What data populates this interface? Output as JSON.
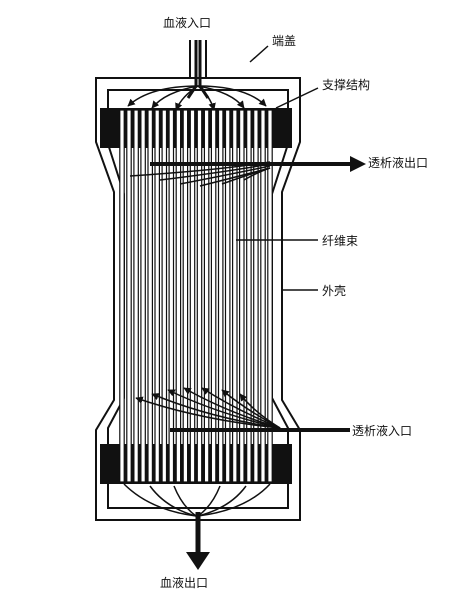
{
  "labels": {
    "blood_inlet": "血液入口",
    "end_cap": "端盖",
    "support_structure": "支撑结构",
    "dialysate_outlet": "透析液出口",
    "fiber_bundle": "纤维束",
    "outer_shell": "外壳",
    "dialysate_inlet": "透析液入口",
    "blood_outlet": "血液出口"
  },
  "colors": {
    "ink": "#111111",
    "background": "#ffffff"
  },
  "fiber_count": 22
}
